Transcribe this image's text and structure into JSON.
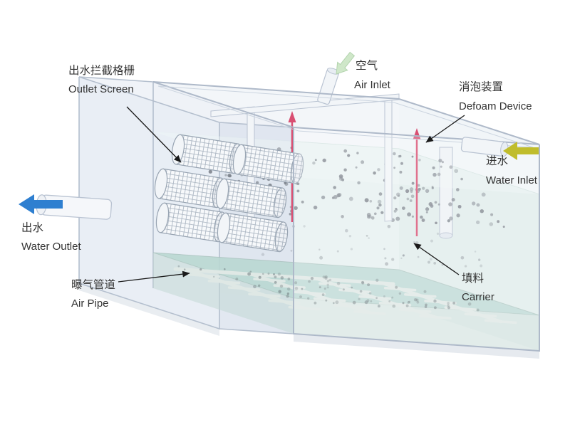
{
  "figure": {
    "labels": {
      "outlet_screen": {
        "zh": "出水拦截格栅",
        "en": "Outlet Screen"
      },
      "air_inlet": {
        "zh": "空气",
        "en": "Air Inlet"
      },
      "defoam_device": {
        "zh": "消泡装置",
        "en": "Defoam Device"
      },
      "water_inlet": {
        "zh": "进水",
        "en": "Water Inlet"
      },
      "water_outlet": {
        "zh": "出水",
        "en": "Water Outlet"
      },
      "air_pipe": {
        "zh": "曝气管道",
        "en": "Air Pipe"
      },
      "carrier": {
        "zh": "填料",
        "en": "Carrier"
      }
    },
    "colors": {
      "water_outlet_arrow": "#2e7fd0",
      "water_inlet_arrow": "#c0bd2c",
      "air_inlet_arrow": "#cfe7c9",
      "defoam_device": "#d94f72",
      "carrier_dot": "#7d838c",
      "floor_water": "#b9d7d1",
      "air_pipe": "#dfe8e5",
      "tank_wall_edge": "#aeb9c9",
      "label_text": "#333333",
      "leader_line": "#1a1a1a"
    }
  }
}
